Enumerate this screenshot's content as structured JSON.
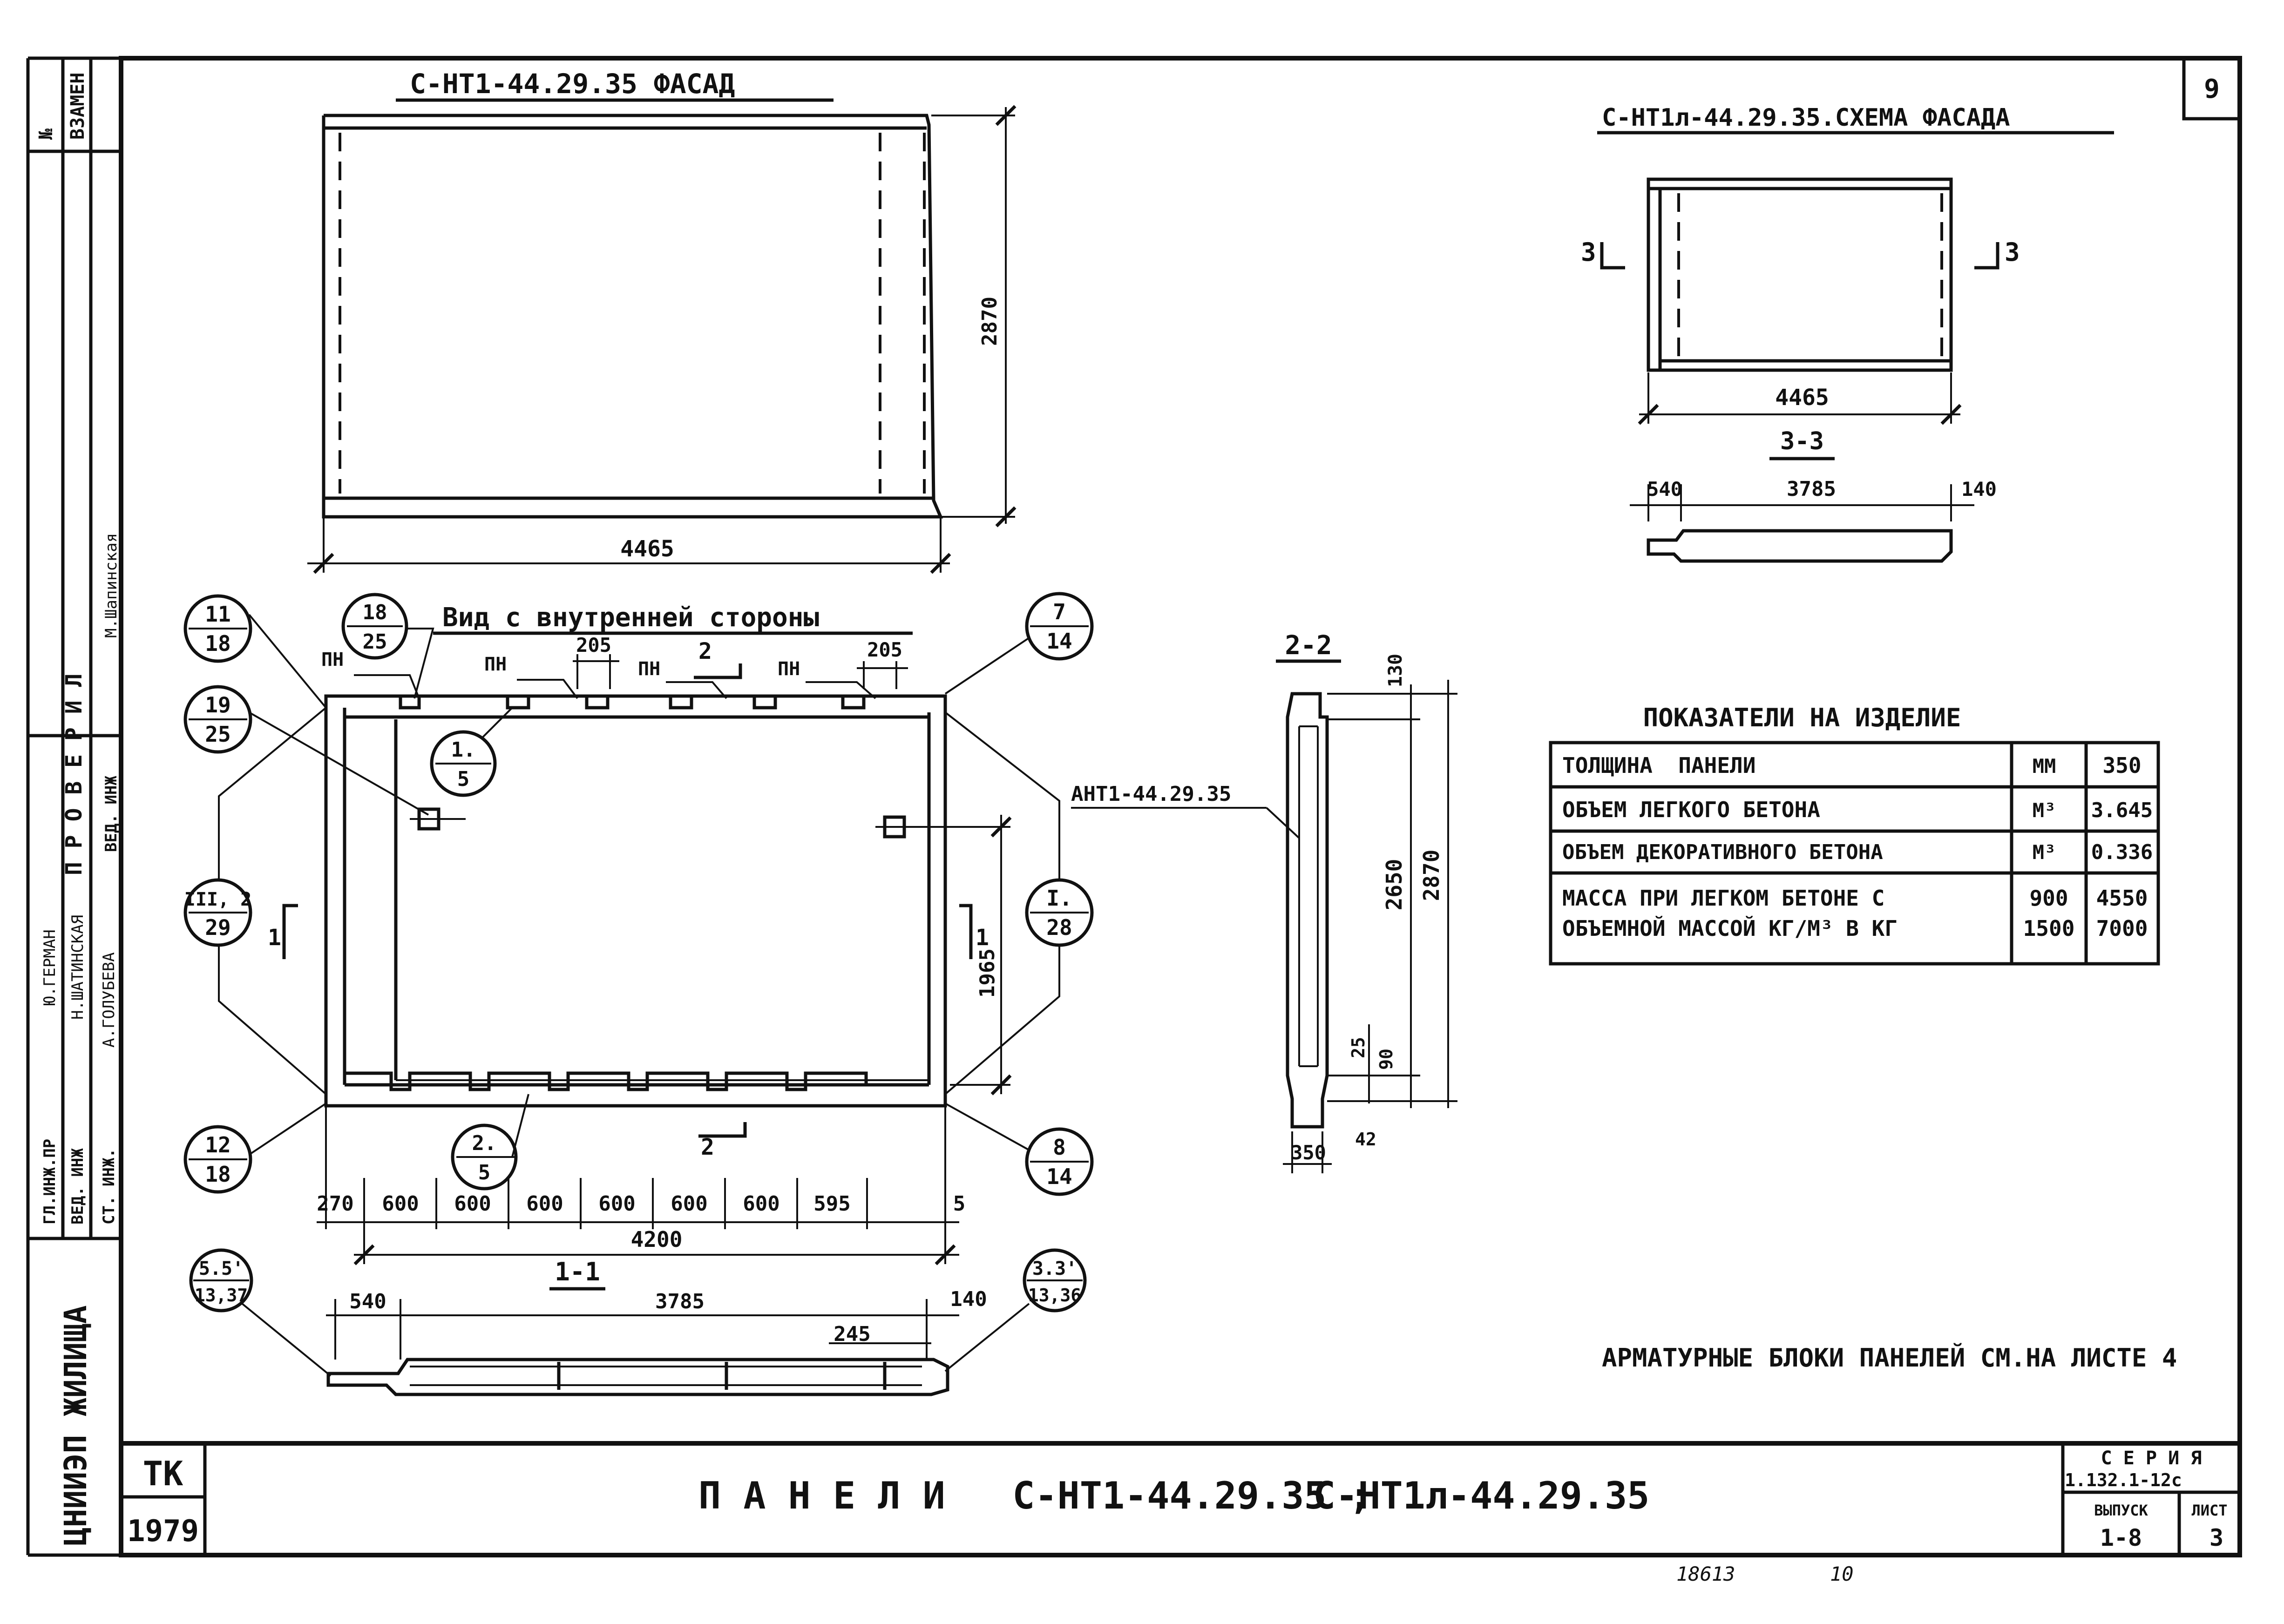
{
  "sheet": {
    "sheet_number": "9",
    "left_margin": {
      "replaced_no": "№",
      "replaced_label": "ВЗАМЕН",
      "checked_header": "П Р О В Е Р И Л",
      "checked_name": "М.Шапинская",
      "roles": [
        "ГЛ.ИНЖ.ПР",
        "ВЕД. ИНЖ",
        "СТ. ИНЖ."
      ],
      "names": [
        "Ю.ГЕРМАН",
        "Н.ШАТИНСКАЯ",
        "А.ГОЛУБЕВА"
      ],
      "role_ved": "ВЕД. ИНЖ",
      "org": "ЦНИИЭП ЖИЛИЩА"
    },
    "footer": {
      "tk": "ТК",
      "year": "1979",
      "title_left": "П А Н Е Л И   С-НТ1-44.29.35 ;",
      "title_right": "С-НТ1л-44.29.35",
      "series_label": "С Е Р И Я",
      "series_value": "1.132.1-12с",
      "issue_label": "ВЫПУСК",
      "issue_value": "1-8",
      "list_label": "ЛИСТ",
      "list_value": "3",
      "stamp_a": "18613",
      "stamp_b": "10"
    }
  },
  "facade": {
    "title": "С-НТ1-44.29.35 ФАСАД",
    "width": "4465",
    "height": "2870"
  },
  "inner_view": {
    "title": "Вид с внутренней стороны",
    "pn": "ПН",
    "dim_205a": "205",
    "dim_205b": "205",
    "cut2": "2",
    "cut1": "1",
    "dim_1965": "1965",
    "bottom_dims": [
      "270",
      "600",
      "600",
      "600",
      "600",
      "600",
      "600",
      "595",
      "5"
    ],
    "total": "4200",
    "callouts": [
      {
        "top": "11",
        "bottom": "18"
      },
      {
        "top": "18",
        "bottom": "25"
      },
      {
        "top": "19",
        "bottom": "25"
      },
      {
        "top": "1.",
        "bottom": "5"
      },
      {
        "top": "III, 2",
        "bottom": "29"
      },
      {
        "top": "12",
        "bottom": "18"
      },
      {
        "top": "2.",
        "bottom": "5"
      },
      {
        "top": "7",
        "bottom": "14"
      },
      {
        "top": "I.",
        "bottom": "28"
      },
      {
        "top": "8",
        "bottom": "14"
      }
    ]
  },
  "section_1_1": {
    "title": "1-1",
    "dim_540": "540",
    "dim_3785": "3785",
    "dim_140": "140",
    "dim_245": "245",
    "callout_left": {
      "top": "5.5'",
      "bottom": "13,37"
    },
    "callout_right": {
      "top": "3.3'",
      "bottom": "13,36"
    }
  },
  "section_2_2": {
    "title": "2-2",
    "label": "АНТ1-44.29.35",
    "dim_130": "130",
    "dim_2650": "2650",
    "dim_2870": "2870",
    "dim_25": "25",
    "dim_90": "90",
    "dim_42": "42",
    "dim_350": "350"
  },
  "schema_facade": {
    "title": "С-НТ1л-44.29.35.СХЕМА ФАСАДА",
    "cut_label": "3",
    "width": "4465",
    "section_title": "3-3",
    "dim_540": "540",
    "dim_3785": "3785",
    "dim_140": "140"
  },
  "indicators": {
    "title": "ПОКАЗАТЕЛИ НА ИЗДЕЛИЕ",
    "rows": [
      {
        "name": "ТОЛЩИНА  ПАНЕЛИ",
        "unit": "ММ",
        "value": "350"
      },
      {
        "name": "ОБЪЕМ ЛЕГКОГО БЕТОНА",
        "unit": "М³",
        "value": "3.645"
      },
      {
        "name": "ОБЪЕМ ДЕКОРАТИВНОГО БЕТОНА",
        "unit": "М³",
        "value": "0.336"
      }
    ],
    "mass_row": {
      "line1": "МАССА ПРИ ЛЕГКОМ БЕТОНЕ С",
      "line2": "ОБЪЕМНОЙ МАССОЙ КГ/М³ В КГ",
      "density_1": "900",
      "density_2": "1500",
      "mass_1": "4550",
      "mass_2": "7000"
    }
  },
  "note": "АРМАТУРНЫЕ БЛОКИ ПАНЕЛЕЙ СМ.НА ЛИСТЕ 4"
}
